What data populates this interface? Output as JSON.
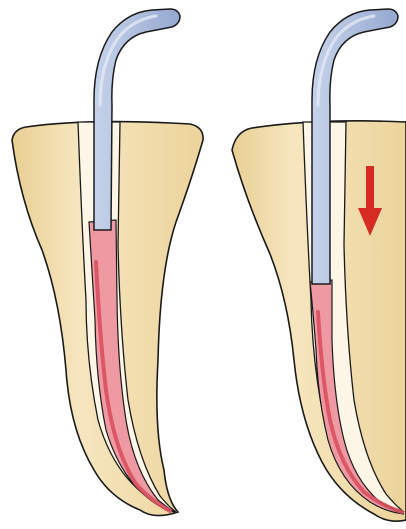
{
  "figure": {
    "panels": [
      {
        "id": "left",
        "state": "instrument-inserted-in-gutta-percha"
      },
      {
        "id": "right",
        "state": "gutta-percha-compacted-apically"
      }
    ],
    "arrow": {
      "direction": "down",
      "icon": "arrow-down-icon"
    },
    "colors": {
      "tooth": "#f3dfae",
      "tooth_outline": "#1a1a1a",
      "canal": "#fdf6e6",
      "gutta_percha": "#ef9aa3",
      "gutta_percha_dark": "#d9505f",
      "instrument": "#aebedd",
      "instrument_highlight": "#dde5f3",
      "arrow": "#d52b23"
    }
  }
}
